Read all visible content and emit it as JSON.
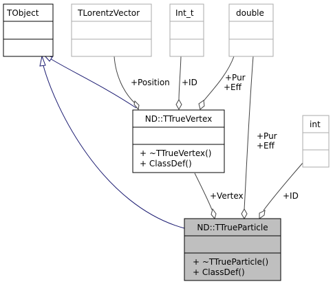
{
  "classes": {
    "tobject": {
      "name": "TObject"
    },
    "tlorentzvector": {
      "name": "TLorentzVector"
    },
    "int_t": {
      "name": "Int_t"
    },
    "double": {
      "name": "double"
    },
    "int": {
      "name": "int"
    },
    "ttruevertex": {
      "name": "ND::TTrueVertex",
      "methods": [
        "+ ~TTrueVertex()",
        "+ ClassDef()"
      ]
    },
    "ttrueparticle": {
      "name": "ND::TTrueParticle",
      "methods": [
        "+ ~TTrueParticle()",
        "+ ClassDef()"
      ]
    }
  },
  "edge_labels": {
    "position": "+Position",
    "vertex_id": "+ID",
    "vertex_pur": "+Pur",
    "vertex_eff": "+Eff",
    "particle_pur": "+Pur",
    "particle_eff": "+Eff",
    "vertex": "+Vertex",
    "particle_id": "+ID"
  },
  "colors": {
    "inheritance": "#191970",
    "usage": "#404040",
    "focus_fill": "#bfbfbf",
    "undocumented_border": "#aaaaaa"
  }
}
